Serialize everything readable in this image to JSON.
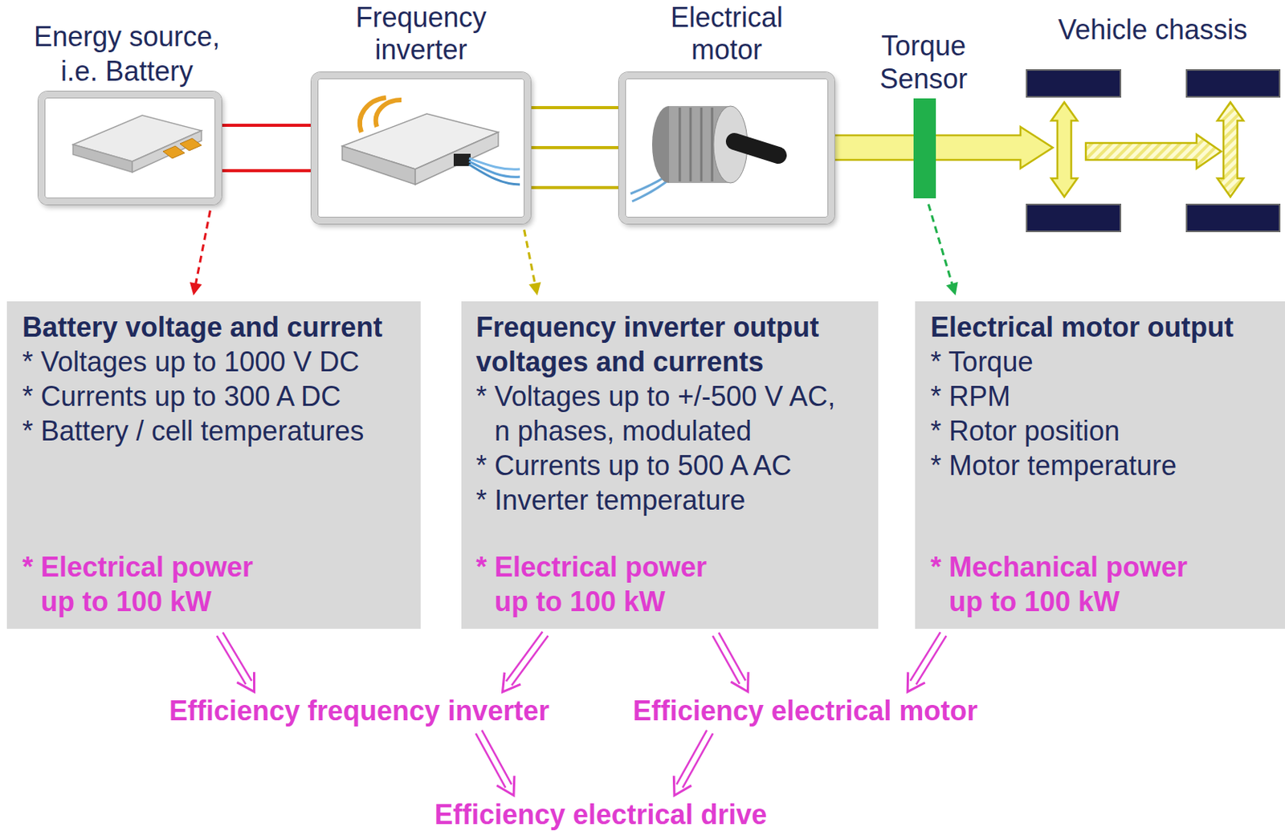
{
  "diagram": {
    "nodes": [
      {
        "text": [
          "Energy source, i.e. Battery"
        ]
      },
      {
        "text": [
          "Frequency inverter"
        ]
      },
      {
        "text": [
          "Electrical motor"
        ]
      },
      {
        "text": [
          "Torque Sensor"
        ]
      },
      {
        "text": [
          "Vehicle chassis"
        ]
      },
      {
        "text": [
          "Battery voltage and current",
          "* Voltages up to 1000 V DC",
          "* Currents up to 300 A DC",
          "* Battery / cell temperatures",
          "* Electrical power up to 100 kW"
        ]
      },
      {
        "text": [
          "Frequency inverter output voltages and currents",
          "* Voltages up to +/-500 V AC, n phases, modulated",
          "* Currents up to 500 A AC",
          "* Inverter temperature",
          "* Electrical power up to 100 kW"
        ]
      },
      {
        "text": [
          "Electrical motor output",
          "* Torque",
          "* RPM",
          "* Rotor position",
          "* Motor temperature",
          "* Mechanical power up to 100 kW"
        ]
      },
      {
        "text": [
          "Efficiency frequency inverter"
        ]
      },
      {
        "text": [
          "Efficiency electrical motor"
        ]
      },
      {
        "text": [
          "Efficiency electrical drive"
        ]
      }
    ],
    "edges": [
      {
        "from": 0,
        "to": 1,
        "arrow": "none"
      },
      {
        "from": 0,
        "to": 1,
        "arrow": "none"
      },
      {
        "from": 1,
        "to": 2,
        "arrow": "none"
      },
      {
        "from": 1,
        "to": 2,
        "arrow": "none"
      },
      {
        "from": 1,
        "to": 2,
        "arrow": "none"
      },
      {
        "from": 2,
        "to": 3,
        "arrow": "none"
      },
      {
        "from": 3,
        "to": 4,
        "arrow": "to"
      },
      {
        "from": 0,
        "to": 5,
        "arrow": "to"
      },
      {
        "from": 1,
        "to": 6,
        "arrow": "to"
      },
      {
        "from": 3,
        "to": 7,
        "arrow": "to"
      },
      {
        "from": 5,
        "to": 8,
        "arrow": "to"
      },
      {
        "from": 6,
        "to": 8,
        "arrow": "to"
      },
      {
        "from": 6,
        "to": 9,
        "arrow": "to"
      },
      {
        "from": 7,
        "to": 9,
        "arrow": "to"
      },
      {
        "from": 8,
        "to": 10,
        "arrow": "to"
      },
      {
        "from": 9,
        "to": 10,
        "arrow": "to"
      }
    ]
  }
}
